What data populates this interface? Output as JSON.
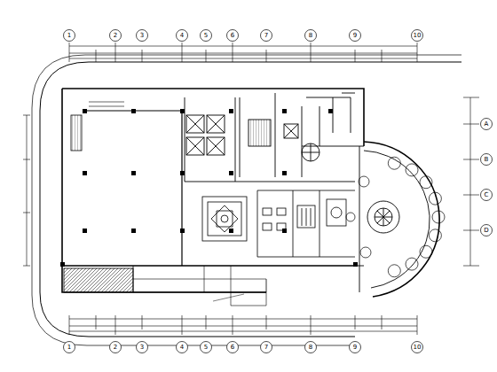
{
  "diagram": {
    "labels": [
      "1",
      "2",
      "3",
      "4",
      "5",
      "6",
      "7",
      "8",
      "9",
      "10",
      "1",
      "2",
      "3",
      "4",
      "5",
      "6",
      "7",
      "8",
      "9",
      "10",
      "A",
      "B",
      "C",
      "D"
    ]
  }
}
